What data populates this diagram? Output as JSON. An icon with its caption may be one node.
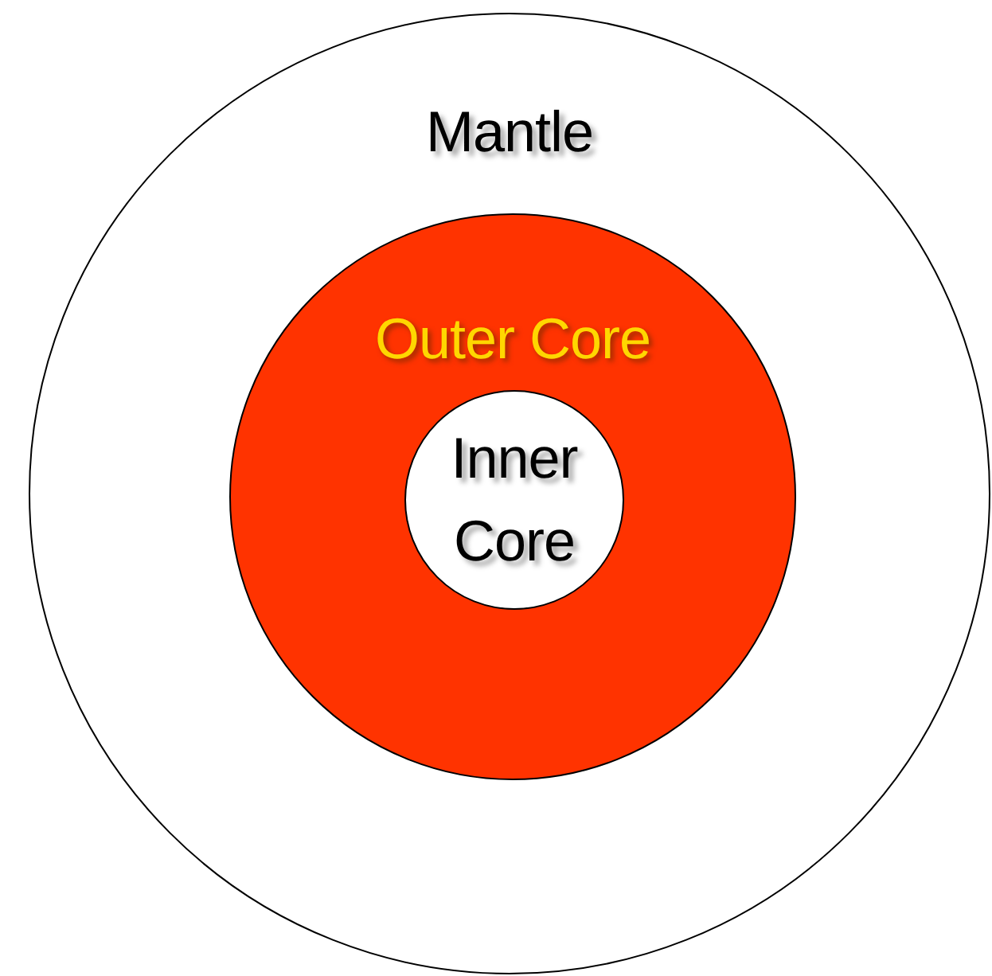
{
  "diagram": {
    "nodes": [
      {
        "text": [
          "Mantle"
        ]
      },
      {
        "text": [
          "Outer Core"
        ],
        "in": 0
      },
      {
        "text": [
          "Inner Core"
        ],
        "in": 1
      }
    ]
  }
}
